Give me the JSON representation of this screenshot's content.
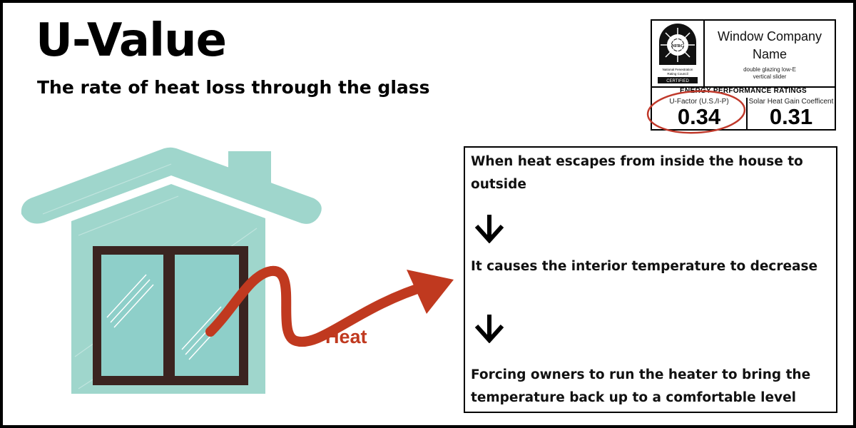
{
  "header": {
    "title": "U-Value",
    "subtitle": "The rate of heat loss through the glass"
  },
  "label": {
    "logo_text": "NFRC",
    "logo_org": "National Fenestration Rating Council",
    "logo_badge": "CERTIFIED",
    "company": "Window Company Name",
    "description_line1": "double glazing low-E",
    "description_line2": "vertical slider",
    "ratings_heading": "ENERGY PERFORMANCE RATINGS",
    "u_factor_label": "U-Factor (U.S./I-P)",
    "u_factor_value": "0.34",
    "shgc_label": "Solar Heat Gain Coefficent",
    "shgc_value": "0.31",
    "highlight_color": "#c0392b"
  },
  "illustration": {
    "heat_label": "Heat",
    "house_color": "#9fd6cc",
    "glass_color": "#8ecfc9",
    "frame_color": "#3b2420",
    "arrow_color": "#c0391f"
  },
  "flow": {
    "steps": [
      "When heat escapes from inside the house to outside",
      "It causes the interior temperature to decrease",
      "Forcing owners to run the heater to bring the temperature back up to a comfortable level"
    ],
    "arrow_icon": "down-arrow-icon"
  }
}
